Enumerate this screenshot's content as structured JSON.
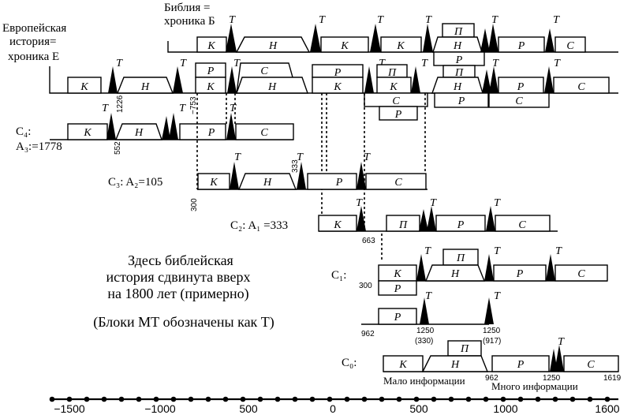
{
  "labels": {
    "europe_1": "Европейская",
    "europe_2": "история=",
    "europe_3": "хроника Е",
    "bible_1": "Библия =",
    "bible_2": "хроника Б",
    "c4_1": "C₄:",
    "c4_2": "A₃:=1778",
    "c3": "C₃: A₂=105",
    "c2": "C₂: A₁ =333",
    "c1": "C₁:",
    "c0": "C₀:",
    "note_1": "Здесь библейская",
    "note_2": "история сдвинута вверх",
    "note_3": "на 1800 лет (примерно)",
    "note_4": "(Блоки МТ обозначены как T)",
    "low_info": "Мало информации",
    "much_info": "Много информации"
  },
  "block_letters": {
    "K": "К",
    "H": "Н",
    "P": "Р",
    "C": "С",
    "PI": "П",
    "T": "T"
  },
  "numbers": {
    "n1226": "1226",
    "n753": "−753",
    "n552": "552",
    "n333": "333",
    "n300a": "300",
    "n663": "663",
    "n300b": "300",
    "n962a": "962",
    "n1250a": "1250",
    "n330": "(330)",
    "n1250b": "1250",
    "n917": "(917)",
    "n962b": "962",
    "n1250c": "1250",
    "n1619": "1619"
  },
  "axis": {
    "ticks": [
      "−1500",
      "−1000",
      "500",
      "0",
      "500",
      "1000",
      "1600"
    ]
  }
}
